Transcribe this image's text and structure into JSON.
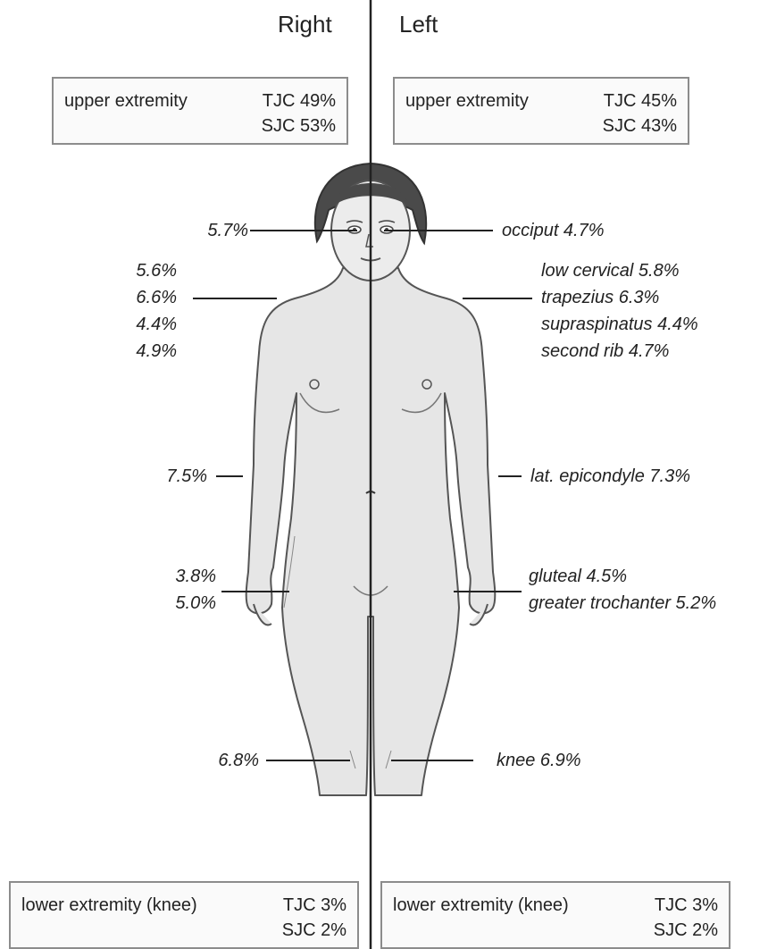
{
  "sides": {
    "right": "Right",
    "left": "Left"
  },
  "upper_boxes": {
    "right": {
      "label": "upper extremity",
      "tjc": "TJC 49%",
      "sjc": "SJC 53%"
    },
    "left": {
      "label": "upper extremity",
      "tjc": "TJC 45%",
      "sjc": "SJC 43%"
    }
  },
  "lower_boxes": {
    "right": {
      "label": "lower extremity (knee)",
      "tjc": "TJC 3%",
      "sjc": "SJC 2%"
    },
    "left": {
      "label": "lower extremity (knee)",
      "tjc": "TJC 3%",
      "sjc": "SJC 2%"
    }
  },
  "tender_points": {
    "occiput": {
      "left": "occiput 4.7%",
      "right": "5.7%"
    },
    "low_cervical": {
      "left": "low cervical 5.8%",
      "right": "5.6%"
    },
    "trapezius": {
      "left": "trapezius 6.3%",
      "right": "6.6%"
    },
    "supraspinatus": {
      "left": "supraspinatus 4.4%",
      "right": "4.4%"
    },
    "second_rib": {
      "left": "second rib 4.7%",
      "right": "4.9%"
    },
    "lat_epicondyle": {
      "left": "lat. epicondyle 7.3%",
      "right": "7.5%"
    },
    "gluteal": {
      "left": "gluteal 4.5%",
      "right": "3.8%"
    },
    "greater_trochanter": {
      "left": "greater trochanter 5.2%",
      "right": "5.0%"
    },
    "knee": {
      "left": "knee 6.9%",
      "right": "6.8%"
    }
  }
}
